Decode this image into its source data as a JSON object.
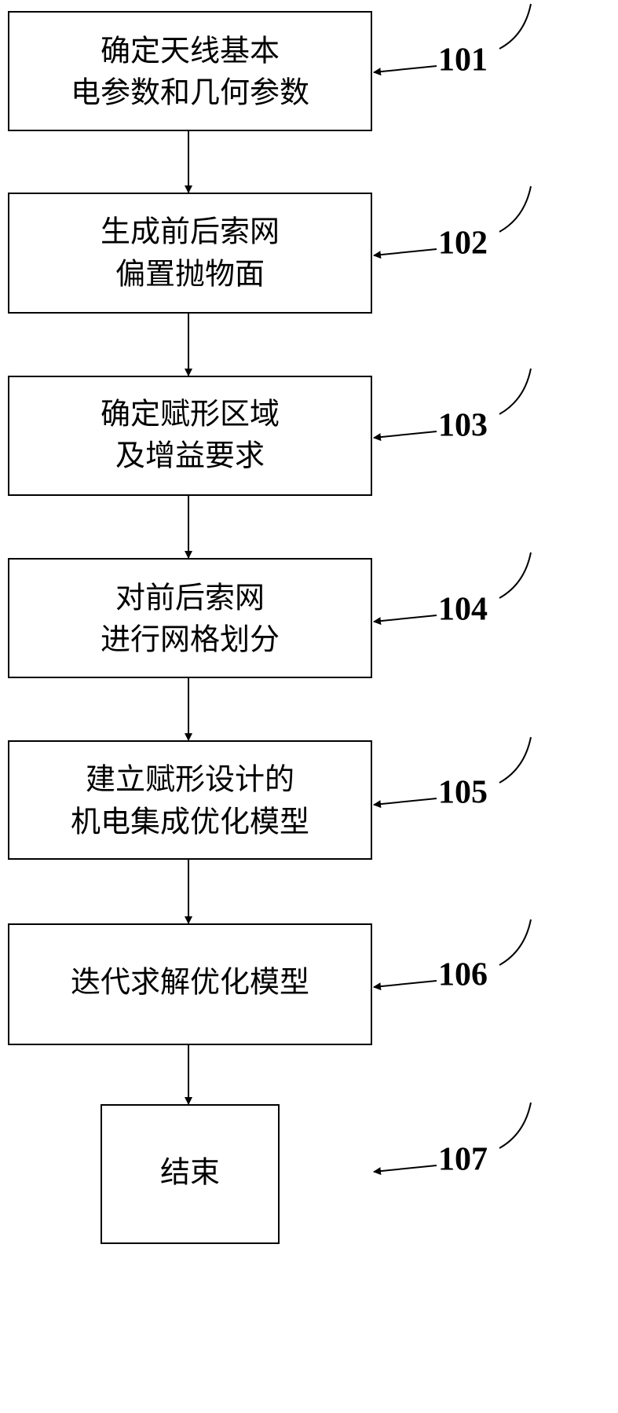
{
  "steps": [
    {
      "id": "step-101",
      "lines": [
        "确定天线基本",
        "电参数和几何参数"
      ],
      "ref": "101"
    },
    {
      "id": "step-102",
      "lines": [
        "生成前后索网",
        "偏置抛物面"
      ],
      "ref": "102"
    },
    {
      "id": "step-103",
      "lines": [
        "确定赋形区域",
        "及增益要求"
      ],
      "ref": "103"
    },
    {
      "id": "step-104",
      "lines": [
        "对前后索网",
        "进行网格划分"
      ],
      "ref": "104"
    },
    {
      "id": "step-105",
      "lines": [
        "建立赋形设计的",
        "机电集成优化模型"
      ],
      "ref": "105"
    },
    {
      "id": "step-106",
      "lines": [
        "迭代求解优化模型"
      ],
      "ref": "106"
    },
    {
      "id": "step-107",
      "lines": [
        "结束"
      ],
      "ref": "107"
    }
  ]
}
